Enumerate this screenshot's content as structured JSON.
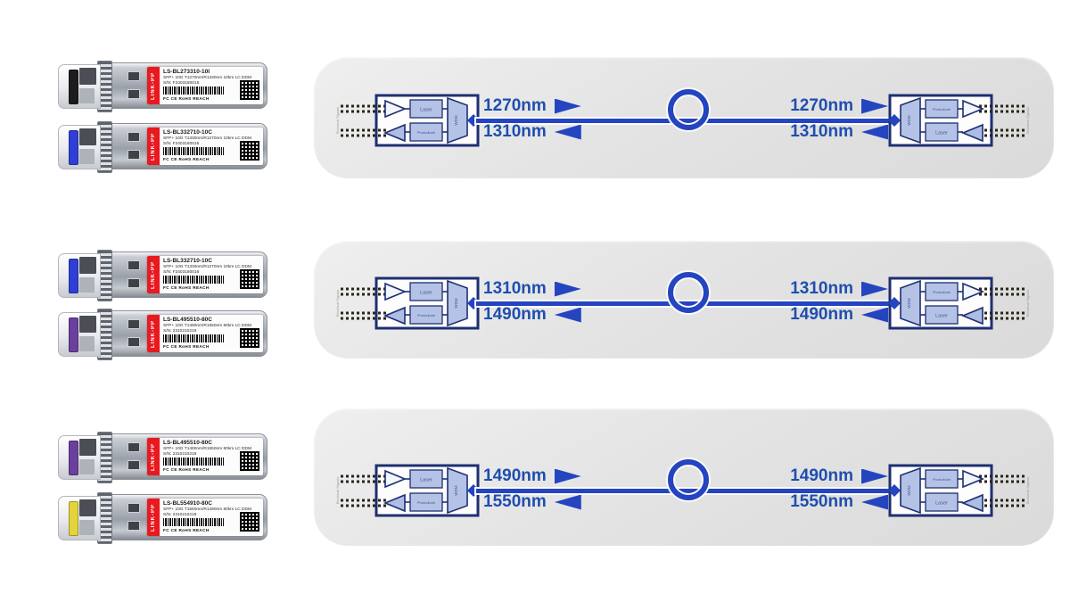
{
  "brand": "LINK-PP",
  "cert_text": "FC CE RoHS REACH",
  "colors": {
    "wavelength_text_blue": "#1f4eb0",
    "fiber_blue": "#2444c0",
    "schematic_navy": "#1e2f72",
    "schematic_light_blue": "#b4c2e6",
    "panel_gray": "#e4e4e4",
    "brand_red": "#e8191f"
  },
  "modules": [
    {
      "model": "LS-BL273310-10I",
      "spec": "SFP+ 10G T1270nm/R1330nm 10km LC DDM",
      "serial": "S/N: F2403180015",
      "latch_color": "#1c1c1e"
    },
    {
      "model": "LS-BL332710-10C",
      "spec": "SFP+ 10G T1330nm/R1270nm 10km LC DDM",
      "serial": "S/N: F2403180016",
      "latch_color": "#2f3fd6"
    },
    {
      "model": "LS-BL332710-10C",
      "spec": "SFP+ 10G T1330nm/R1270nm 10km LC DDM",
      "serial": "S/N: F2403180016",
      "latch_color": "#2f3fd6"
    },
    {
      "model": "LS-BL495510-80C",
      "spec": "SFP+ 10G T1490nm/R1550nm 80km LC DDM",
      "serial": "S/N: 2310210219",
      "latch_color": "#6b3f9e"
    },
    {
      "model": "LS-BL495510-80C",
      "spec": "SFP+ 10G T1490nm/R1550nm 80km LC DDM",
      "serial": "S/N: 2310210219",
      "latch_color": "#6b3f9e"
    },
    {
      "model": "LS-BL554910-80C",
      "spec": "SFP+ 10G T1550nm/R1490nm 80km LC DDM",
      "serial": "S/N: 2310210219",
      "latch_color": "#e3d43c"
    }
  ],
  "rows": [
    {
      "left_tx": "1270nm",
      "left_rx": "1310nm",
      "right_tx": "1270nm",
      "right_rx": "1310nm"
    },
    {
      "left_tx": "1310nm",
      "left_rx": "1490nm",
      "right_tx": "1310nm",
      "right_rx": "1490nm"
    },
    {
      "left_tx": "1490nm",
      "left_rx": "1550nm",
      "right_tx": "1490nm",
      "right_rx": "1550nm"
    }
  ],
  "schematic": {
    "laser": "Laser",
    "photodiode": "Photodiode",
    "wdm": "WDM",
    "electrical": "Electrical Signals"
  }
}
